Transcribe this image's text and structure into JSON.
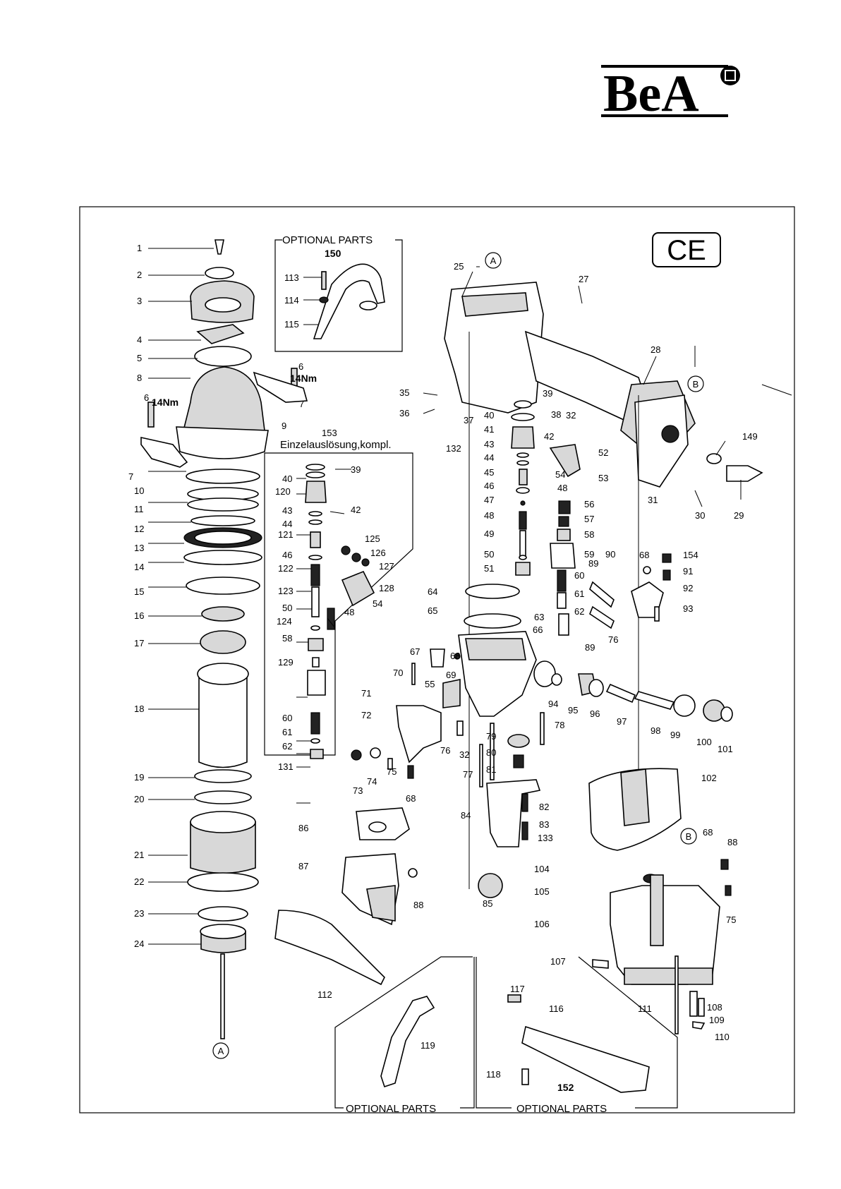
{
  "brand": {
    "logo_text": "BeA"
  },
  "certification": {
    "mark": "CE"
  },
  "optional_parts_label": "OPTIONAL PARTS",
  "kits": {
    "k150": "150",
    "k152": "152",
    "k153": "153",
    "k153_desc": "Einzelauslösung,kompl."
  },
  "torque": {
    "t1": "14Nm",
    "t2": "14Nm"
  },
  "reference_markers": {
    "a_top": "A",
    "a_bottom": "A",
    "b_main": "B",
    "b_magazine": "B"
  },
  "callouts": {
    "c1": "1",
    "c2": "2",
    "c3": "3",
    "c4": "4",
    "c5": "5",
    "c6a": "6",
    "c6b": "6",
    "c7a": "7",
    "c7b": "7",
    "c8": "8",
    "c9": "9",
    "c10": "10",
    "c11": "11",
    "c12": "12",
    "c13": "13",
    "c14": "14",
    "c15": "15",
    "c16": "16",
    "c17": "17",
    "c18": "18",
    "c19": "19",
    "c20": "20",
    "c21": "21",
    "c22": "22",
    "c23": "23",
    "c24": "24",
    "c25": "25",
    "c27": "27",
    "c28": "28",
    "c29": "29",
    "c30": "30",
    "c31": "31",
    "c32a": "32",
    "c32b": "32",
    "c35": "35",
    "c36": "36",
    "c37": "37",
    "c38": "38",
    "c39a": "39",
    "c39b": "39",
    "c40a": "40",
    "c40b": "40",
    "c41": "41",
    "c42a": "42",
    "c42b": "42",
    "c43a": "43",
    "c43b": "43",
    "c44a": "44",
    "c44b": "44",
    "c45": "45",
    "c46a": "46",
    "c46b": "46",
    "c47": "47",
    "c48a": "48",
    "c48b": "48",
    "c48c": "48",
    "c49": "49",
    "c50a": "50",
    "c50b": "50",
    "c51": "51",
    "c52": "52",
    "c53": "53",
    "c54a": "54",
    "c54b": "54",
    "c55": "55",
    "c56": "56",
    "c57": "57",
    "c58a": "58",
    "c58b": "58",
    "c59": "59",
    "c60a": "60",
    "c60b": "60",
    "c61a": "61",
    "c61b": "61",
    "c62a": "62",
    "c62b": "62",
    "c63": "63",
    "c64": "64",
    "c65": "65",
    "c66": "66",
    "c67": "67",
    "c68a": "68",
    "c68b": "68",
    "c68c": "68",
    "c68d": "68",
    "c69": "69",
    "c70": "70",
    "c71": "71",
    "c72": "72",
    "c73": "73",
    "c74": "74",
    "c75a": "75",
    "c75b": "75",
    "c76a": "76",
    "c76b": "76",
    "c77": "77",
    "c78": "78",
    "c79": "79",
    "c80": "80",
    "c81": "81",
    "c82": "82",
    "c83": "83",
    "c84": "84",
    "c85": "85",
    "c86": "86",
    "c87": "87",
    "c88a": "88",
    "c88b": "88",
    "c89a": "89",
    "c89b": "89",
    "c90": "90",
    "c91": "91",
    "c92": "92",
    "c93": "93",
    "c94": "94",
    "c95": "95",
    "c96": "96",
    "c97": "97",
    "c98": "98",
    "c99": "99",
    "c100": "100",
    "c101": "101",
    "c102": "102",
    "c104": "104",
    "c105": "105",
    "c106": "106",
    "c107": "107",
    "c108": "108",
    "c109": "109",
    "c110": "110",
    "c111": "111",
    "c112": "112",
    "c113": "113",
    "c114": "114",
    "c115": "115",
    "c116": "116",
    "c117": "117",
    "c118": "118",
    "c119": "119",
    "c120": "120",
    "c121": "121",
    "c122": "122",
    "c123": "123",
    "c124": "124",
    "c125": "125",
    "c126": "126",
    "c127": "127",
    "c128": "128",
    "c129": "129",
    "c131": "131",
    "c132": "132",
    "c133": "133",
    "c149": "149",
    "c154": "154"
  }
}
